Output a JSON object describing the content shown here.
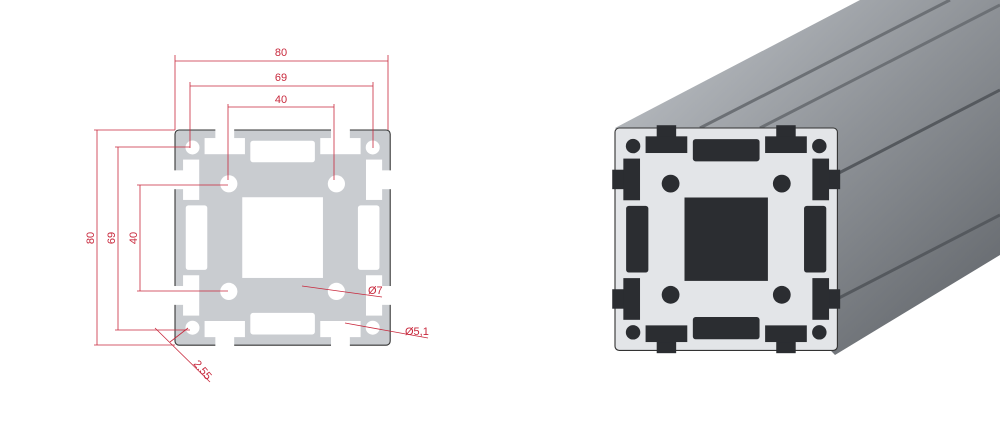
{
  "drawing": {
    "width_outer": "80",
    "width_slot_centers": "69",
    "width_inner": "40",
    "height_outer": "80",
    "height_slot_centers": "69",
    "height_inner": "40",
    "bore_diameter": "Ø7",
    "corner_hole_diameter": "Ø5,1",
    "wall_thickness": "2.55"
  },
  "colors": {
    "dimension": "#c8283c",
    "profile": "#c9ccd0",
    "render_dark": "#2b2d31"
  }
}
